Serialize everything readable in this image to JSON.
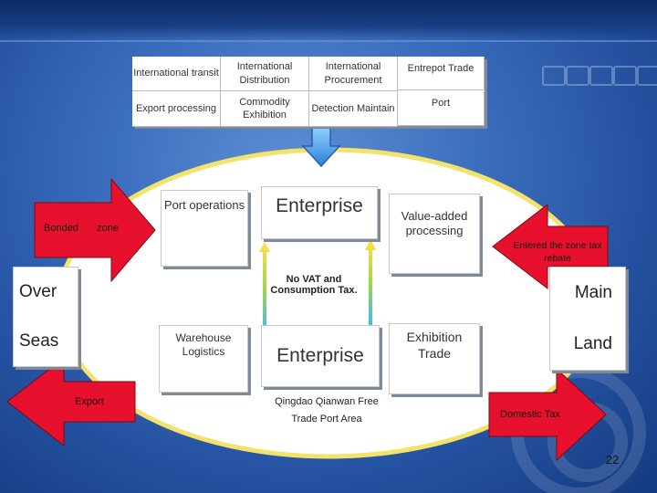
{
  "top_grid": {
    "row1": [
      "International transit",
      "International Distribution",
      "International Procurement",
      "Entrepot  Trade"
    ],
    "row2": [
      "Export processing",
      "Commodity Exhibition",
      "Detection Maintain",
      "Port"
    ]
  },
  "boxes": {
    "port_operations": "Port operations",
    "enterprise_top": "Enterprise",
    "value_added": "Value-added processing",
    "warehouse": "Warehouse Logistics",
    "enterprise_bottom": "Enterprise",
    "exhibition": "Exhibition Trade",
    "over": "Over",
    "seas": "Seas",
    "main": "Main",
    "land": "Land"
  },
  "arrows": {
    "bonded_zone_left": "Bonded",
    "bonded_zone_right": "zone",
    "entered_rebate": "Entered the zone tax rebate",
    "export": "Export",
    "domestic_tax": "Domestic Tax"
  },
  "labels": {
    "no_vat": "No   VAT and Consumption Tax.",
    "area_name_1": "Qingdao Qianwan Free",
    "area_name_2": "Trade Port Area",
    "page_number": "22"
  },
  "colors": {
    "arrow_red": "#e8112d",
    "background": "#3d6fbf",
    "ellipse_border": "#f3e36a"
  }
}
